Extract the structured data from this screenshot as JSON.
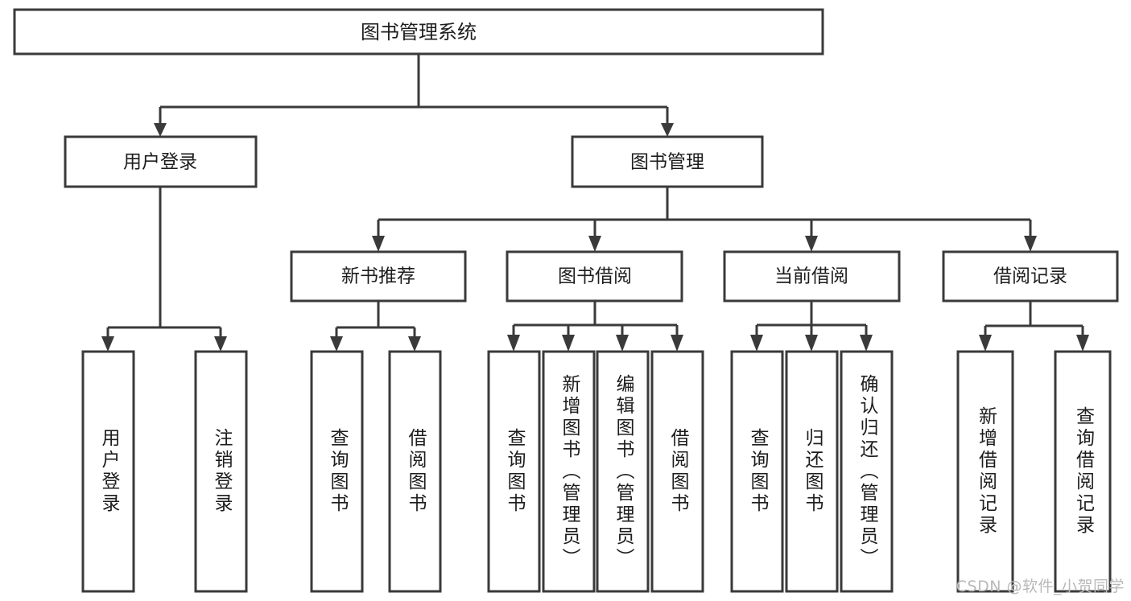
{
  "diagram": {
    "title": "图书管理系统",
    "type": "tree-hierarchy",
    "orientation": "top-down",
    "colors": {
      "box_stroke": "#3a3a3a",
      "box_fill": "#ffffff",
      "connector": "#3a3a3a",
      "text": "#1d1d1d",
      "background": "#ffffff",
      "watermark": "#b9b9b9"
    },
    "root": {
      "label": "图书管理系统"
    },
    "level2": [
      {
        "label": "用户登录"
      },
      {
        "label": "图书管理"
      }
    ],
    "level3": [
      {
        "label": "新书推荐"
      },
      {
        "label": "图书借阅"
      },
      {
        "label": "当前借阅"
      },
      {
        "label": "借阅记录"
      }
    ],
    "leaves": {
      "user_login": [
        {
          "label": "用户登录"
        },
        {
          "label": "注销登录"
        }
      ],
      "new_book_recommend": [
        {
          "label": "查询图书"
        },
        {
          "label": "借阅图书"
        }
      ],
      "book_borrow": [
        {
          "label": "查询图书"
        },
        {
          "label": "新增图书（管理员）"
        },
        {
          "label": "编辑图书（管理员）"
        },
        {
          "label": "借阅图书"
        }
      ],
      "current_borrow": [
        {
          "label": "查询图书"
        },
        {
          "label": "归还图书"
        },
        {
          "label": "确认归还（管理员）"
        }
      ],
      "borrow_record": [
        {
          "label": "新增借阅记录"
        },
        {
          "label": "查询借阅记录"
        }
      ]
    }
  },
  "watermark": {
    "text": "CSDN @软件_小贺同学"
  }
}
